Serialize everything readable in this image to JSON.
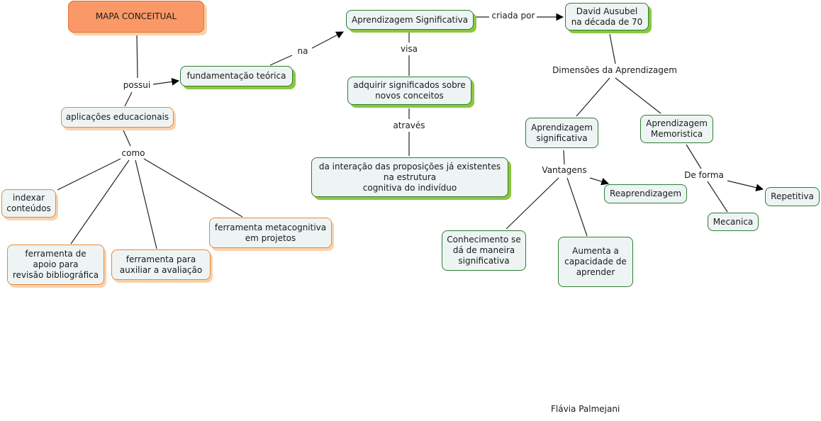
{
  "map": {
    "title": "MAPA CONCEITUAL",
    "author": "Flávia Palmejani",
    "colors": {
      "root_fill": "#fa9967",
      "orange_border": "#e8863a",
      "green_border": "#2e7d32",
      "green_shadow": "#8cc63f",
      "node_fill": "#eef4f4"
    },
    "concepts": {
      "mapa": "MAPA CONCEITUAL",
      "fundamentacao": "fundamentação teórica",
      "aplicacoes": "aplicações educacionais",
      "indexar": "indexar\nconteúdos",
      "apoio": "ferramenta de\napoio para\nrevisão bibliográfica",
      "avaliacao": "ferramenta para\nauxiliar a avaliação",
      "metacognitiva": "ferramenta metacognitiva\nem projetos",
      "aprendizagem": "Aprendizagem Significativa",
      "ausubel": "David Ausubel\nna década de 70",
      "adquirir": "adquirir significados sobre\nnovos conceitos",
      "interacao": "da interação das proposições já existentes\nna estrutura\ncognitiva do indivíduo",
      "apr_signif": "Aprendizagem\nsignificativa",
      "apr_memor": "Aprendizagem\nMemoristica",
      "reaprend": "Reaprendizagem",
      "conhecimento": "Conhecimento se\ndá de maneira\nsignificativa",
      "aumenta": "Aumenta a\ncapacidade de\naprender",
      "repetitiva": "Repetitiva",
      "mecanica": "Mecanica"
    },
    "links": {
      "possui": "possui",
      "como": "como",
      "na": "na",
      "criada_por": "criada por",
      "visa": "visa",
      "atraves": "através",
      "dimensoes": "Dimensões da Aprendizagem",
      "vantagens": "Vantagens",
      "de_forma": "De forma"
    }
  }
}
